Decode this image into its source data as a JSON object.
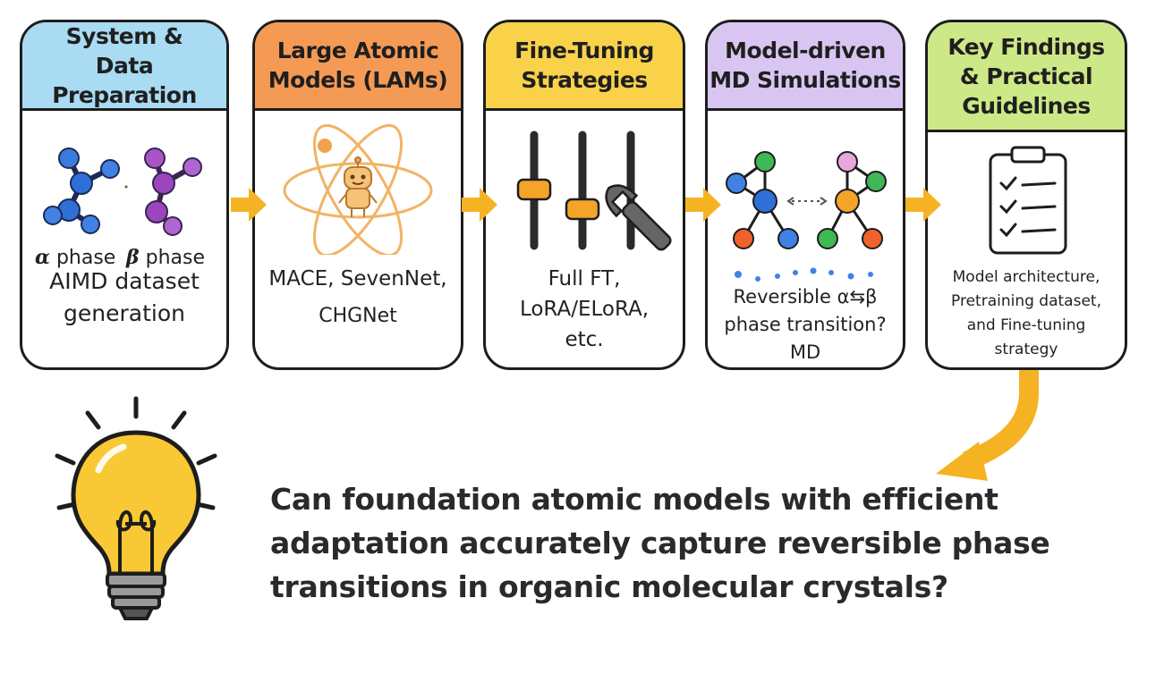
{
  "colors": {
    "head_1": "#a9dbf2",
    "head_2": "#f59a55",
    "head_3": "#f9d249",
    "head_4": "#d9c5f2",
    "head_5": "#cde886",
    "arrow": "#f5b324",
    "bulb": "#f9c935",
    "outline": "#1d1d1d"
  },
  "steps": [
    {
      "title": "System &\nData Preparation",
      "phase_alpha_symbol": "α",
      "phase_alpha_word": "phase",
      "phase_beta_symbol": "β",
      "phase_beta_word": "phase",
      "text": "AIMD dataset\ngeneration",
      "icon": "molecule-pair-icon"
    },
    {
      "title": "Large Atomic\nModels (LAMs)",
      "text_line1": "MACE, SevenNet,",
      "text_line2": "CHGNet",
      "icon": "atom-robot-icon"
    },
    {
      "title": "Fine-Tuning\nStrategies",
      "text": "Full FT,\nLoRA/ELoRA,\netc.",
      "icon": "sliders-wrench-icon"
    },
    {
      "title": "Model-driven\nMD Simulations",
      "text": "Reversible α⇆β\nphase transition?\nMD",
      "icon": "molecule-transition-icon"
    },
    {
      "title": "Key Findings\n& Practical\nGuidelines",
      "text": "Model architecture,\nPretraining dataset,\nand Fine-tuning\nstrategy",
      "icon": "clipboard-checklist-icon"
    }
  ],
  "question": "Can foundation atomic models with efficient\nadaptation accurately capture reversible phase\ntransitions in organic molecular crystals?"
}
